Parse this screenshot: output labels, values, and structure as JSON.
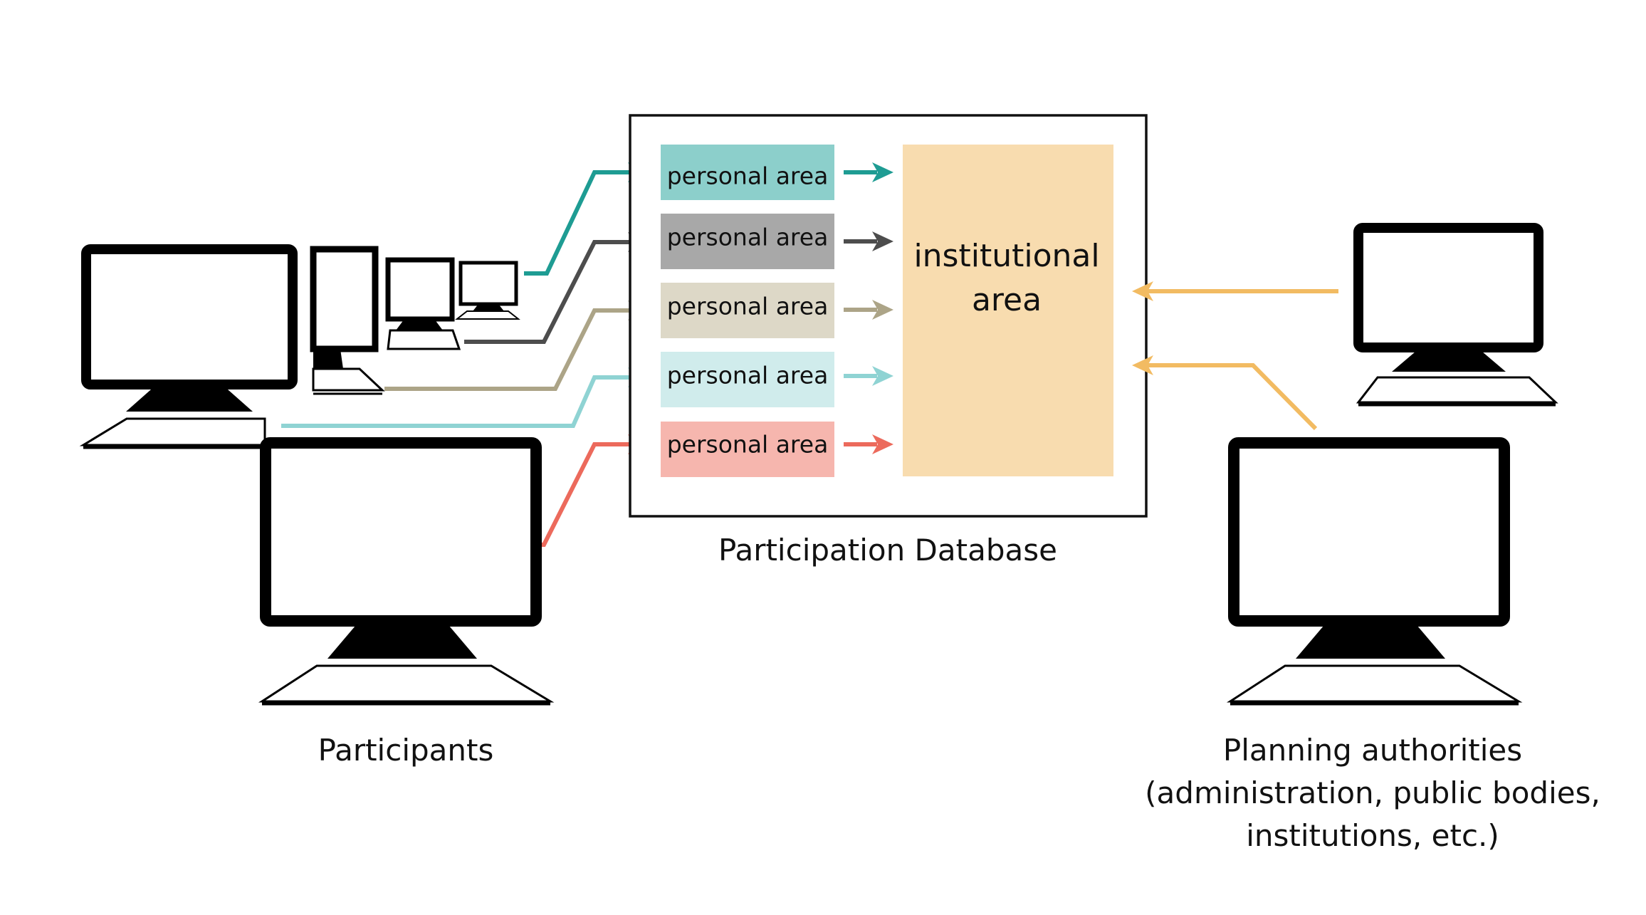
{
  "colors": {
    "teal": "#1e9c93",
    "dark_gray": "#4d4d4d",
    "khaki": "#aca487",
    "light_cyan": "#8fd3d3",
    "salmon": "#ec6a5c",
    "orange": "#f2bb62",
    "institutional_fill": "#f8dcaf"
  },
  "database": {
    "label": "Participation Database",
    "personal_areas": [
      {
        "label": "personal area",
        "fill": "#8ccfcb",
        "arrow": "#1e9c93"
      },
      {
        "label": "personal area",
        "fill": "#a8a8a8",
        "arrow": "#4d4d4d"
      },
      {
        "label": "personal area",
        "fill": "#ddd8c7",
        "arrow": "#aca487"
      },
      {
        "label": "personal area",
        "fill": "#d0ecec",
        "arrow": "#8fd3d3"
      },
      {
        "label": "personal area",
        "fill": "#f6b6ae",
        "arrow": "#ec6a5c"
      }
    ],
    "institutional": {
      "line1": "institutional",
      "line2": "area"
    }
  },
  "participants": {
    "label": "Participants",
    "icon": "computer-icon"
  },
  "authorities": {
    "line1": "Planning authorities",
    "line2": "(administration, public bodies,",
    "line3": "institutions, etc.)",
    "icon": "computer-icon"
  }
}
